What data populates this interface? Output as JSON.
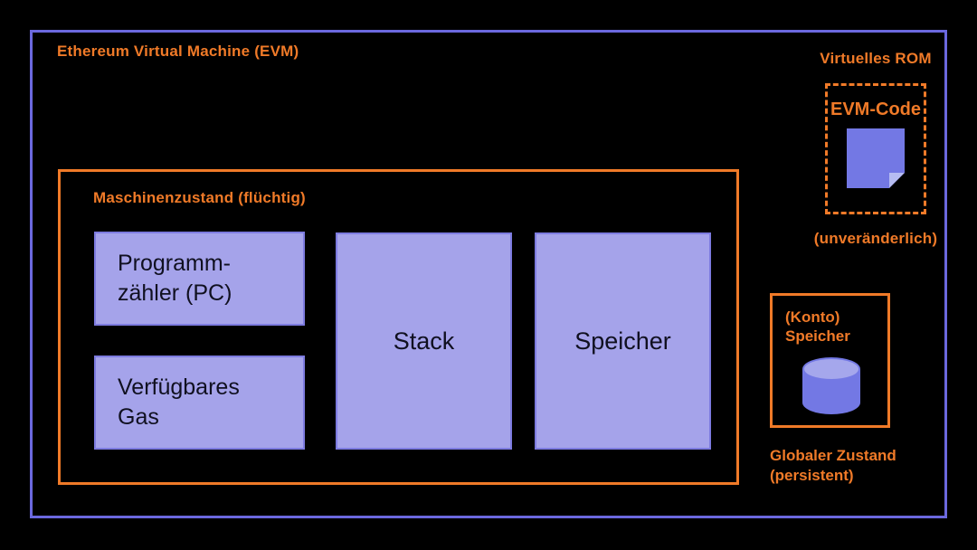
{
  "colors": {
    "background": "#000000",
    "outer_border": "#6B68DE",
    "orange": "#F07A28",
    "box_fill": "#A5A3EA",
    "box_border": "#7D7BE0",
    "icon_fill": "#7378E4",
    "icon_fold": "#B6BCF2",
    "cylinder_top": "#A5A7EC",
    "dark_text": "#101020"
  },
  "evm": {
    "title": "Ethereum Virtual Machine (EVM)",
    "machine_state": {
      "label": "Maschinenzustand (flüchtig)",
      "program_counter": {
        "line1": "Programm-",
        "line2": "zähler (PC)"
      },
      "available_gas": {
        "line1": "Verfügbares",
        "line2": "Gas"
      },
      "stack": {
        "label": "Stack"
      },
      "memory": {
        "label": "Speicher"
      }
    }
  },
  "virtual_rom": {
    "title": "Virtuelles ROM",
    "code_label": "EVM-Code",
    "icon": "document-page-icon",
    "note": "(unveränderlich)"
  },
  "account_storage": {
    "label_line1": "(Konto)",
    "label_line2": "Speicher",
    "icon": "database-cylinder-icon",
    "caption_line1": "Globaler Zustand",
    "caption_line2": "(persistent)"
  }
}
